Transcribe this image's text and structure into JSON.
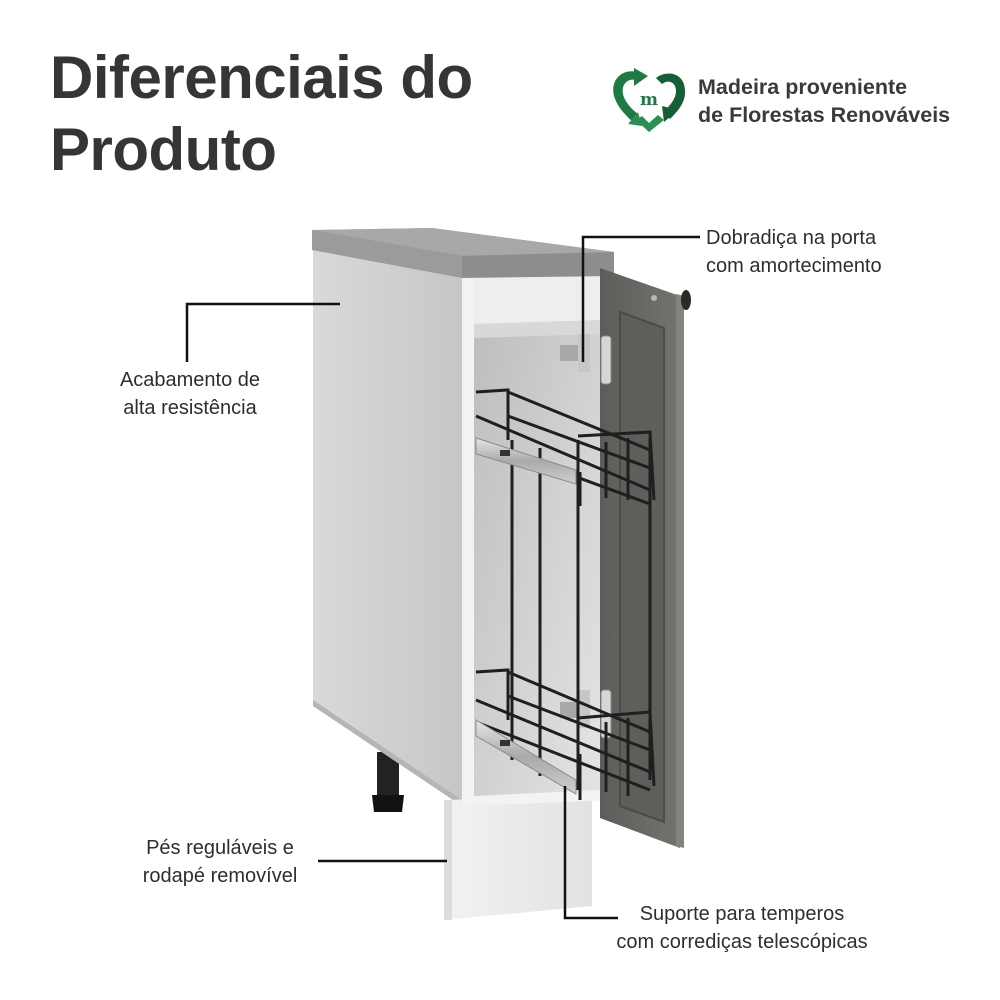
{
  "header": {
    "title_line1": "Diferenciais do",
    "title_line2": "Produto"
  },
  "badge": {
    "icon": "recycle-heart-m-icon",
    "line1": "Madeira proveniente",
    "line2": "de Florestas Renováveis",
    "colors": {
      "primary": "#1e7a45",
      "dark": "#0f5a30",
      "light": "#2f9a5a"
    }
  },
  "callouts": [
    {
      "id": "hinge",
      "line1": "Dobradiça na porta",
      "line2": "com amortecimento"
    },
    {
      "id": "finish",
      "line1": "Acabamento de",
      "line2": "alta resistência"
    },
    {
      "id": "feet",
      "line1": "Pés reguláveis e",
      "line2": "rodapé removível"
    },
    {
      "id": "rack",
      "line1": "Suporte para temperos",
      "line2": "com corrediças telescópicas"
    }
  ],
  "product": {
    "countertop_color": "#9b9c9b",
    "body_color": "#d2d2d2",
    "door_color": "#6b6a66",
    "rack_color": "#1f1f1f"
  }
}
